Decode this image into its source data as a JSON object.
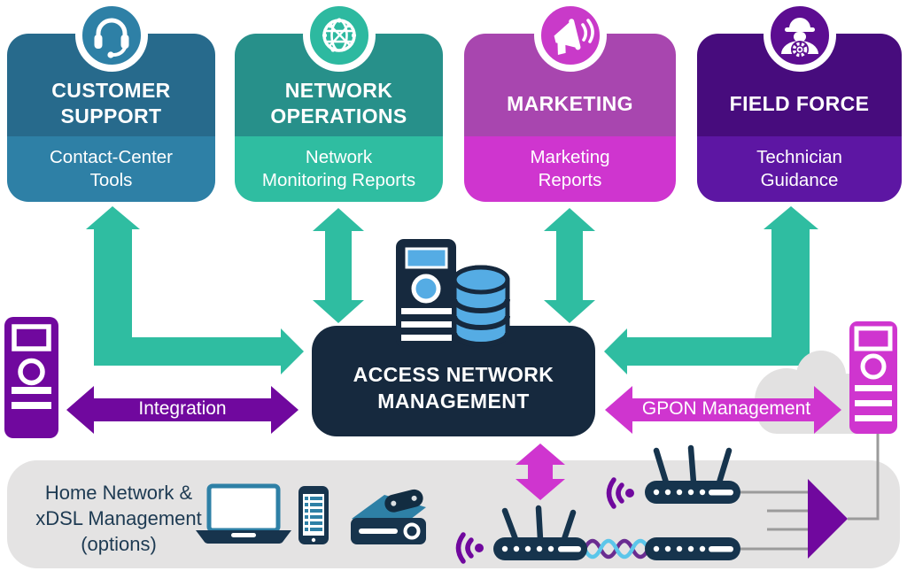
{
  "colors": {
    "teal": "#2fbda1",
    "teal_dark": "#27908a",
    "blue": "#2e80a6",
    "blue_dark": "#276a8c",
    "magenta": "#cf35cf",
    "magenta_muted": "#a846af",
    "purple": "#70089e",
    "purple_dark": "#470c7d",
    "purple_mid": "#5d16a3",
    "navy": "#16293e",
    "light_blue": "#55ace4",
    "device_navy": "#17344d",
    "gray_panel": "#e4e3e3",
    "gray_line": "#9b9b9b",
    "text_navy": "#1d3a52"
  },
  "departments": [
    {
      "id": "customer-support",
      "title": "CUSTOMER\nSUPPORT",
      "subtitle": "Contact-Center\nTools",
      "icon": "headset-icon"
    },
    {
      "id": "network-operations",
      "title": "NETWORK\nOPERATIONS",
      "subtitle": "Network\nMonitoring Reports",
      "icon": "globe-network-icon"
    },
    {
      "id": "marketing",
      "title": "MARKETING",
      "subtitle": "Marketing\nReports",
      "icon": "megaphone-icon"
    },
    {
      "id": "field-force",
      "title": "FIELD FORCE",
      "subtitle": "Technician\nGuidance",
      "icon": "hardhat-worker-icon"
    }
  ],
  "center": {
    "title": "ACCESS NETWORK\nMANAGEMENT",
    "icon": "server-database-icon"
  },
  "arrows": {
    "integration": {
      "label": "Integration",
      "color": "#70089e"
    },
    "gpon": {
      "label": "GPON Management",
      "color": "#cf35cf"
    }
  },
  "home_panel": {
    "label": "Home Network &\nxDSL Management\n(options)"
  },
  "icons": {
    "department_icons": [
      "headset-icon",
      "globe-network-icon",
      "megaphone-icon",
      "hardhat-worker-icon"
    ],
    "center_icon": "server-database-icon",
    "left_icon": "server-tower-icon",
    "right_icons": [
      "cloud-icon",
      "server-tower-icon"
    ],
    "home_icons": [
      "laptop-icon",
      "smartphone-icon",
      "set-top-box-icon",
      "wifi-signal-icon",
      "wifi-router-icon",
      "twisted-pair-icon",
      "modem-icon",
      "gpon-splitter-icon"
    ]
  }
}
